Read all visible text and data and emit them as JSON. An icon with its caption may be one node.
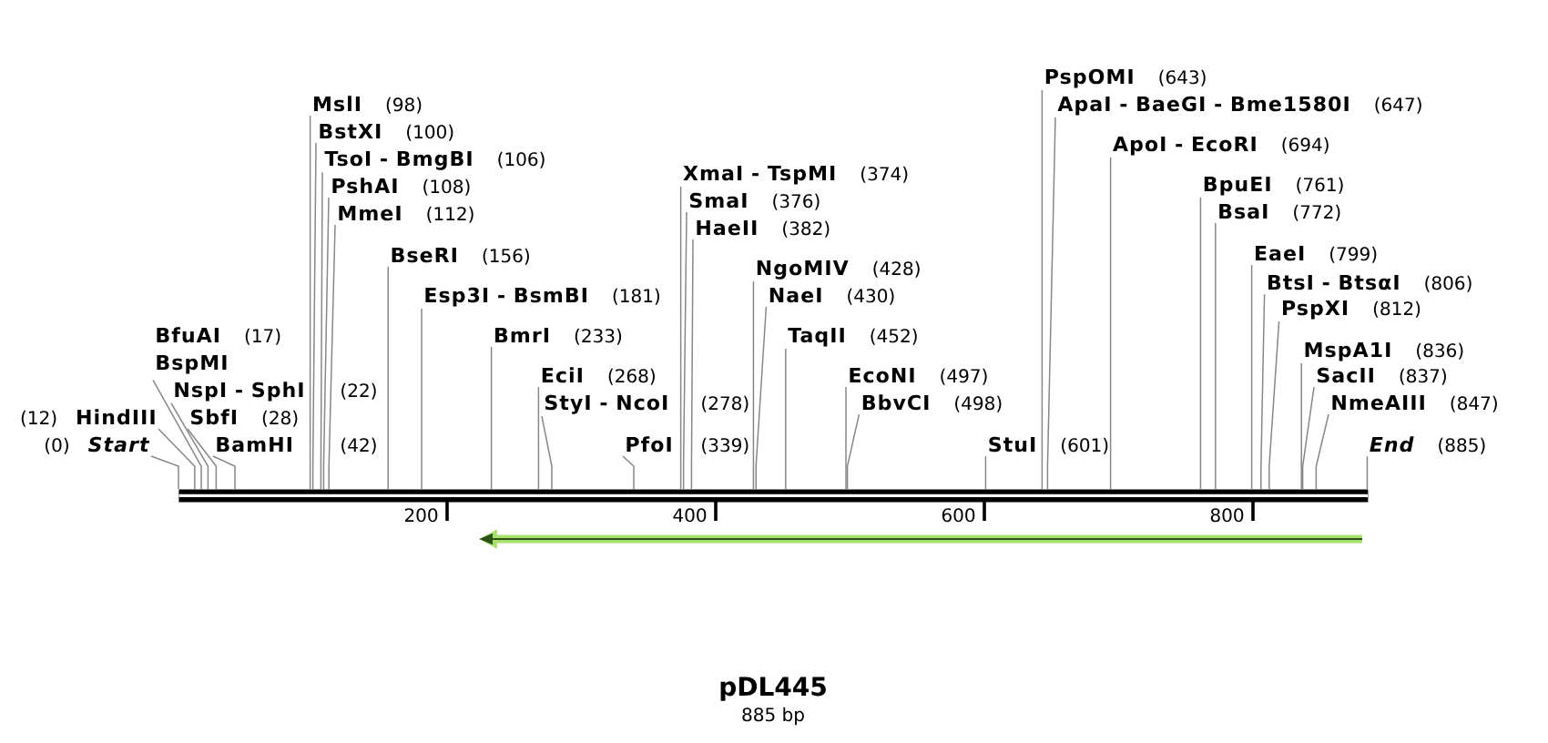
{
  "diagram": {
    "title": "pDL445",
    "caption": "885 bp",
    "nodes": [
      {
        "text": [
          "(0)",
          "Start"
        ]
      },
      {
        "text": [
          "(12)",
          "HindIII"
        ]
      },
      {
        "text": [
          "BfuAI",
          "(17)",
          "BspMI"
        ]
      },
      {
        "text": [
          "NspI - SphI",
          "(22)"
        ]
      },
      {
        "text": [
          "SbfI",
          "(28)"
        ]
      },
      {
        "text": [
          "BamHI",
          "(42)"
        ]
      },
      {
        "text": [
          "MslI",
          "(98)"
        ]
      },
      {
        "text": [
          "BstXI",
          "(100)"
        ]
      },
      {
        "text": [
          "TsoI - BmgBI",
          "(106)"
        ]
      },
      {
        "text": [
          "PshAI",
          "(108)"
        ]
      },
      {
        "text": [
          "MmeI",
          "(112)"
        ]
      },
      {
        "text": [
          "BseRI",
          "(156)"
        ]
      },
      {
        "text": [
          "Esp3I - BsmBI",
          "(181)"
        ]
      },
      {
        "text": [
          "BmrI",
          "(233)"
        ]
      },
      {
        "text": [
          "EciI",
          "(268)"
        ]
      },
      {
        "text": [
          "StyI - NcoI",
          "(278)"
        ]
      },
      {
        "text": [
          "PfoI",
          "(339)"
        ]
      },
      {
        "text": [
          "XmaI - TspMI",
          "(374)"
        ]
      },
      {
        "text": [
          "SmaI",
          "(376)"
        ]
      },
      {
        "text": [
          "HaeII",
          "(382)"
        ]
      },
      {
        "text": [
          "NgoMIV",
          "(428)"
        ]
      },
      {
        "text": [
          "NaeI",
          "(430)"
        ]
      },
      {
        "text": [
          "TaqII",
          "(452)"
        ]
      },
      {
        "text": [
          "EcoNI",
          "(497)"
        ]
      },
      {
        "text": [
          "BbvCI",
          "(498)"
        ]
      },
      {
        "text": [
          "StuI",
          "(601)"
        ]
      },
      {
        "text": [
          "PspOMI",
          "(643)"
        ]
      },
      {
        "text": [
          "ApaI - BaeGI - Bme1580I",
          "(647)"
        ]
      },
      {
        "text": [
          "ApoI - EcoRI",
          "(694)"
        ]
      },
      {
        "text": [
          "BpuEI",
          "(761)"
        ]
      },
      {
        "text": [
          "BsaI",
          "(772)"
        ]
      },
      {
        "text": [
          "EaeI",
          "(799)"
        ]
      },
      {
        "text": [
          "BtsI - BtsαI",
          "(806)"
        ]
      },
      {
        "text": [
          "PspXI",
          "(812)"
        ]
      },
      {
        "text": [
          "MspA1I",
          "(836)"
        ]
      },
      {
        "text": [
          "SacII",
          "(837)"
        ]
      },
      {
        "text": [
          "NmeAIII",
          "(847)"
        ]
      },
      {
        "text": [
          "End",
          "(885)"
        ]
      },
      {
        "text": [],
        "shape": "bar",
        "beside": [
          "200",
          "400",
          "600",
          "800"
        ]
      }
    ],
    "edges": [
      {
        "from": 0,
        "to": 38,
        "arrow": "none"
      },
      {
        "from": 1,
        "to": 38,
        "arrow": "none"
      },
      {
        "from": 2,
        "to": 38,
        "arrow": "none"
      },
      {
        "from": 3,
        "to": 38,
        "arrow": "none"
      },
      {
        "from": 4,
        "to": 38,
        "arrow": "none"
      },
      {
        "from": 5,
        "to": 38,
        "arrow": "none"
      },
      {
        "from": 6,
        "to": 38,
        "arrow": "none"
      },
      {
        "from": 7,
        "to": 38,
        "arrow": "none"
      },
      {
        "from": 8,
        "to": 38,
        "arrow": "none"
      },
      {
        "from": 9,
        "to": 38,
        "arrow": "none"
      },
      {
        "from": 10,
        "to": 38,
        "arrow": "none"
      },
      {
        "from": 11,
        "to": 38,
        "arrow": "none"
      },
      {
        "from": 12,
        "to": 38,
        "arrow": "none"
      },
      {
        "from": 13,
        "to": 38,
        "arrow": "none"
      },
      {
        "from": 14,
        "to": 38,
        "arrow": "none"
      },
      {
        "from": 15,
        "to": 38,
        "arrow": "none"
      },
      {
        "from": 16,
        "to": 38,
        "arrow": "none"
      },
      {
        "from": 17,
        "to": 38,
        "arrow": "none"
      },
      {
        "from": 18,
        "to": 38,
        "arrow": "none"
      },
      {
        "from": 19,
        "to": 38,
        "arrow": "none"
      },
      {
        "from": 20,
        "to": 38,
        "arrow": "none"
      },
      {
        "from": 21,
        "to": 38,
        "arrow": "none"
      },
      {
        "from": 22,
        "to": 38,
        "arrow": "none"
      },
      {
        "from": 23,
        "to": 38,
        "arrow": "none"
      },
      {
        "from": 24,
        "to": 38,
        "arrow": "none"
      },
      {
        "from": 25,
        "to": 38,
        "arrow": "none"
      },
      {
        "from": 26,
        "to": 38,
        "arrow": "none"
      },
      {
        "from": 27,
        "to": 38,
        "arrow": "none"
      },
      {
        "from": 28,
        "to": 38,
        "arrow": "none"
      },
      {
        "from": 29,
        "to": 38,
        "arrow": "none"
      },
      {
        "from": 30,
        "to": 38,
        "arrow": "none"
      },
      {
        "from": 31,
        "to": 38,
        "arrow": "none"
      },
      {
        "from": 32,
        "to": 38,
        "arrow": "none"
      },
      {
        "from": 33,
        "to": 38,
        "arrow": "none"
      },
      {
        "from": 34,
        "to": 38,
        "arrow": "none"
      },
      {
        "from": 35,
        "to": 38,
        "arrow": "none"
      },
      {
        "from": 36,
        "to": 38,
        "arrow": "none"
      },
      {
        "from": 37,
        "to": 38,
        "arrow": "none"
      }
    ]
  }
}
